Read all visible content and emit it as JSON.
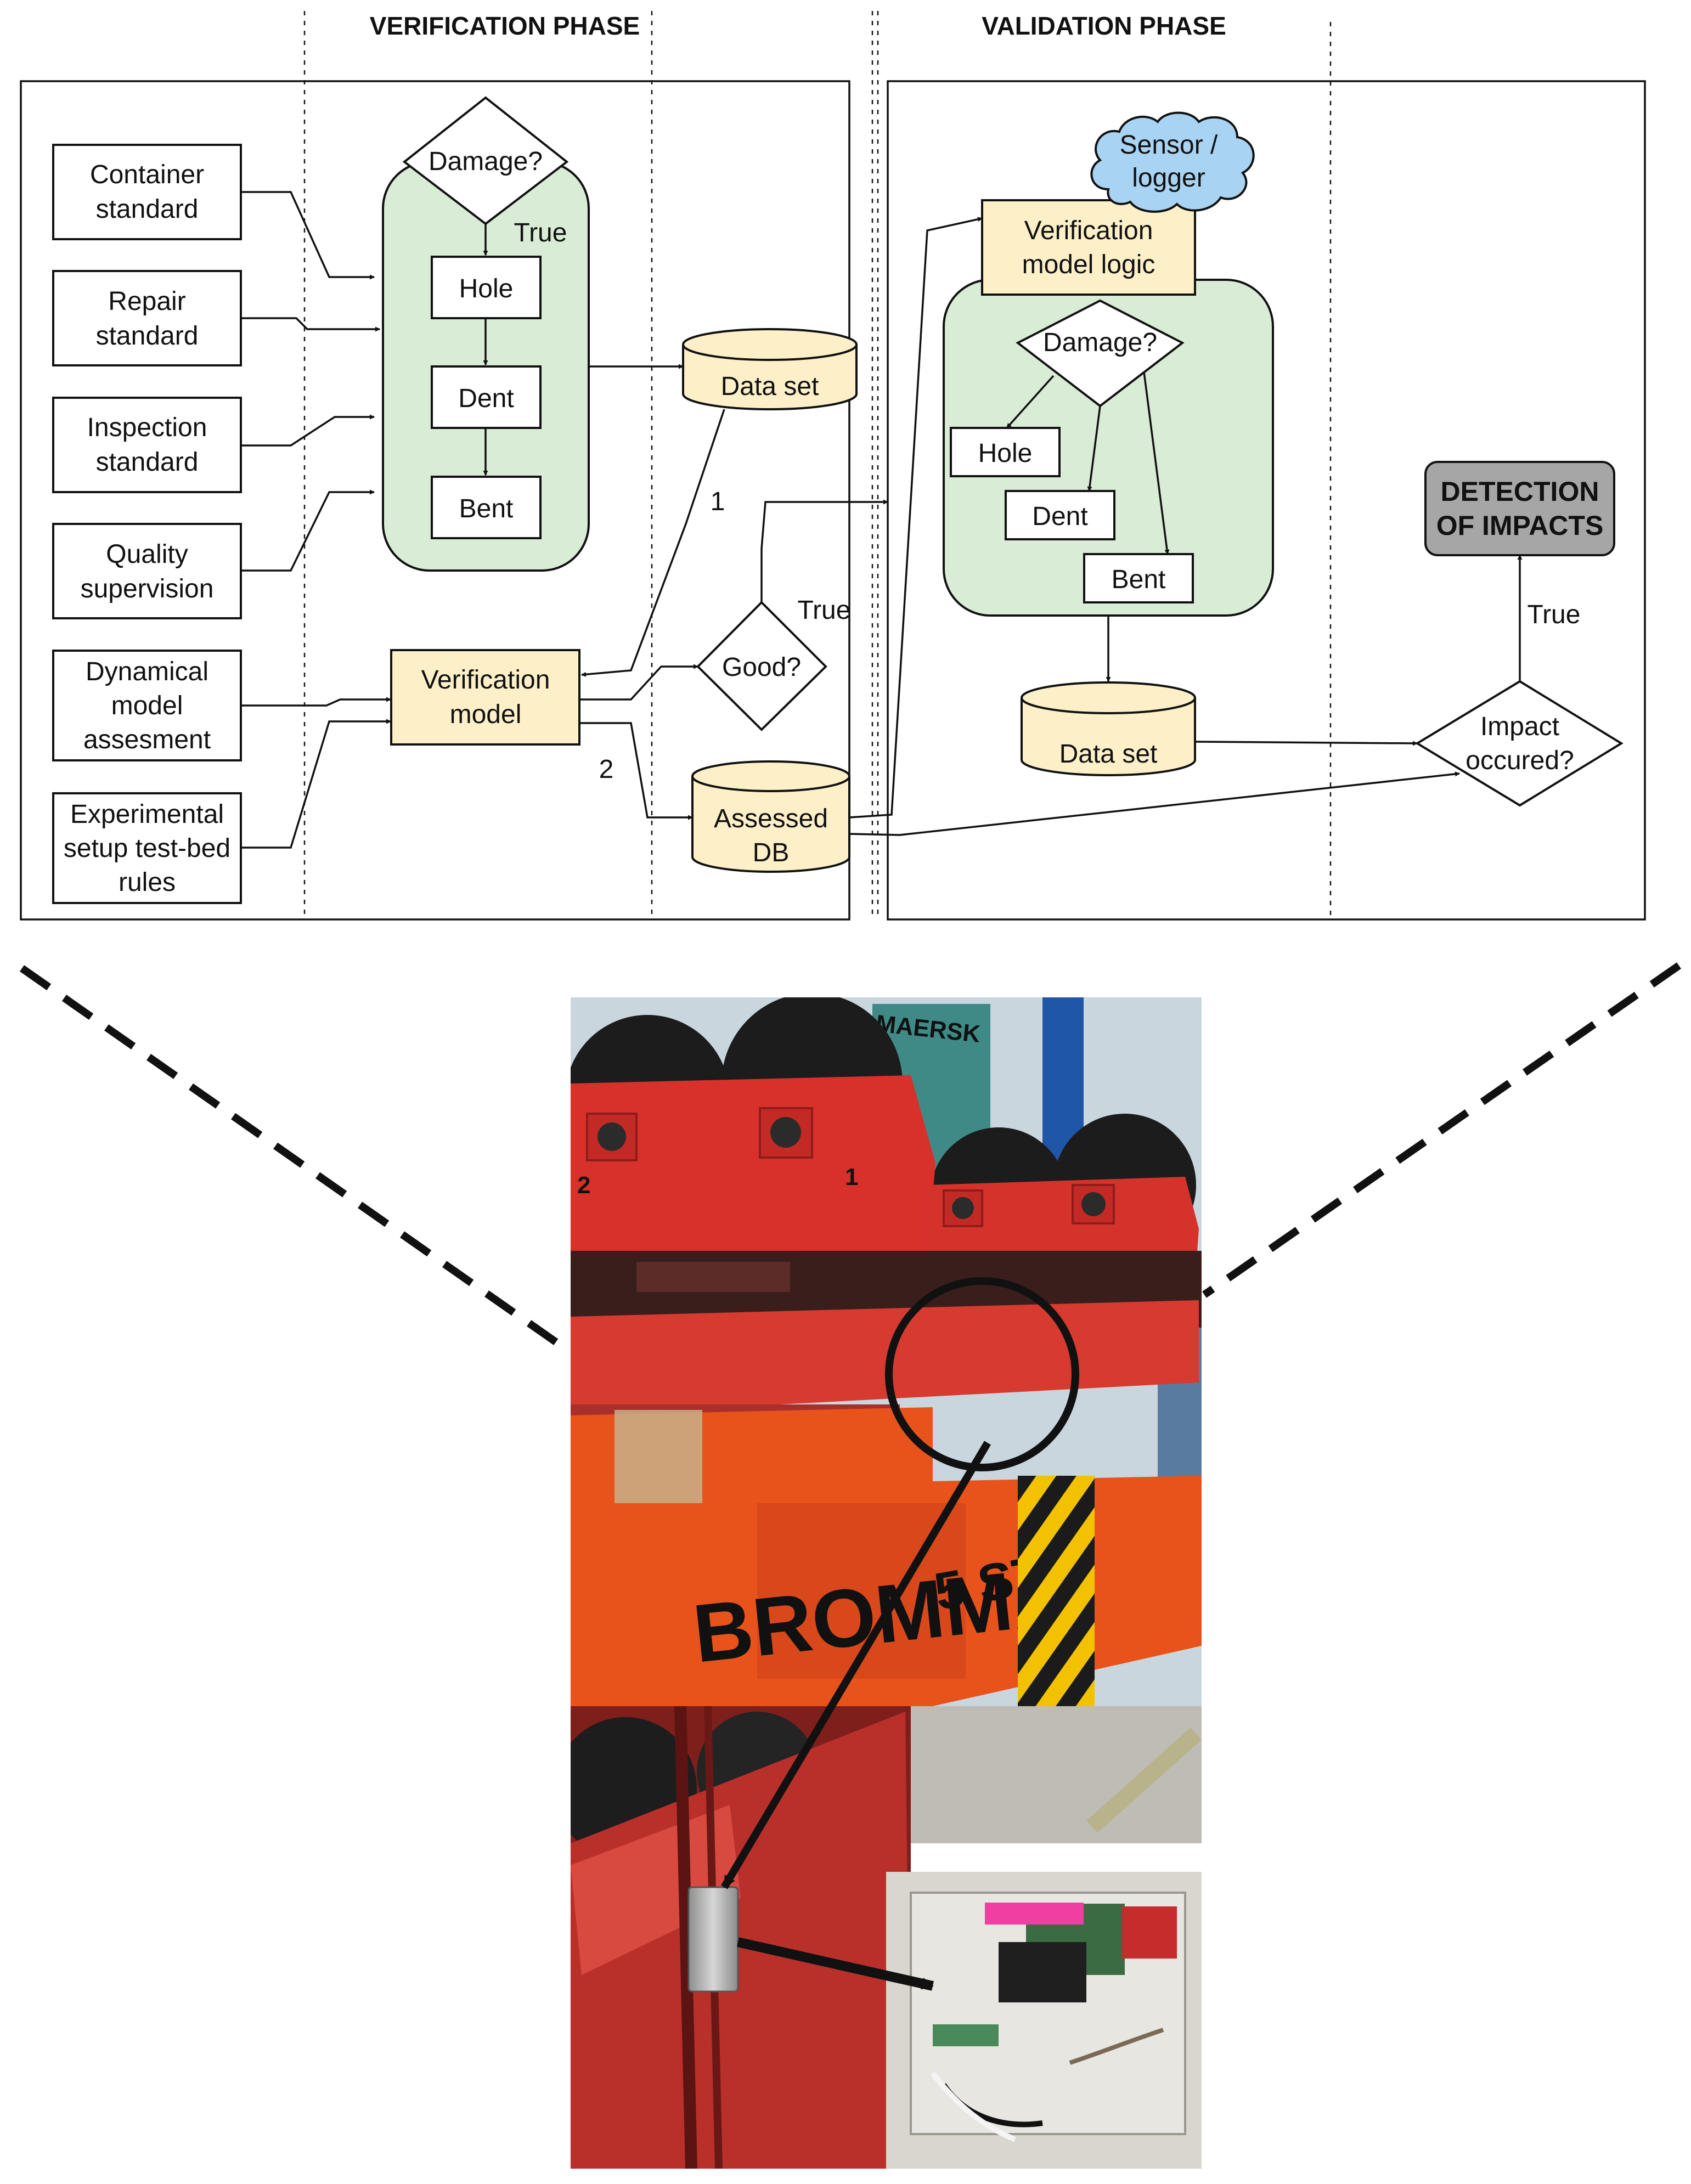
{
  "phases": {
    "verification": "VERIFICATION PHASE",
    "validation": "VALIDATION PHASE"
  },
  "inputs": [
    [
      "Container",
      "standard"
    ],
    [
      "Repair",
      "standard"
    ],
    [
      "Inspection",
      "standard"
    ],
    [
      "Quality",
      "supervision"
    ],
    [
      "Dynamical",
      "model",
      "assesment"
    ],
    [
      "Experimental",
      "setup test-bed",
      "rules"
    ]
  ],
  "verification": {
    "damage_q": "Damage?",
    "true_label": "True",
    "hole": "Hole",
    "dent": "Dent",
    "bent": "Bent",
    "data_set": "Data set",
    "model": [
      "Verification",
      "model"
    ],
    "good_q": "Good?",
    "good_true": "True",
    "path1": "1",
    "path2": "2",
    "assessed_db": [
      "Assessed",
      "DB"
    ]
  },
  "validation": {
    "sensor": [
      "Sensor /",
      "logger"
    ],
    "model_logic": [
      "Verification",
      "model logic"
    ],
    "damage_q": "Damage?",
    "hole": "Hole",
    "dent": "Dent",
    "bent": "Bent",
    "data_set": "Data set",
    "impact_q": [
      "Impact",
      "occured?"
    ],
    "impact_true": "True",
    "detection": [
      "DETECTION",
      "OF IMPACTS"
    ]
  },
  "photo": {
    "brand_text": "BROMMA",
    "unit_text": "5 STS",
    "container_text": "MAERSK",
    "wheel_numbers": [
      "2",
      "1"
    ]
  },
  "colors": {
    "decision_panel": "#d9ecd6",
    "process_box": "#fdf0c9",
    "cloud": "#a9d3f2",
    "detection": "#a6a6a6",
    "spreader_red": "#d8302b",
    "spreader_orange": "#e8531c"
  }
}
